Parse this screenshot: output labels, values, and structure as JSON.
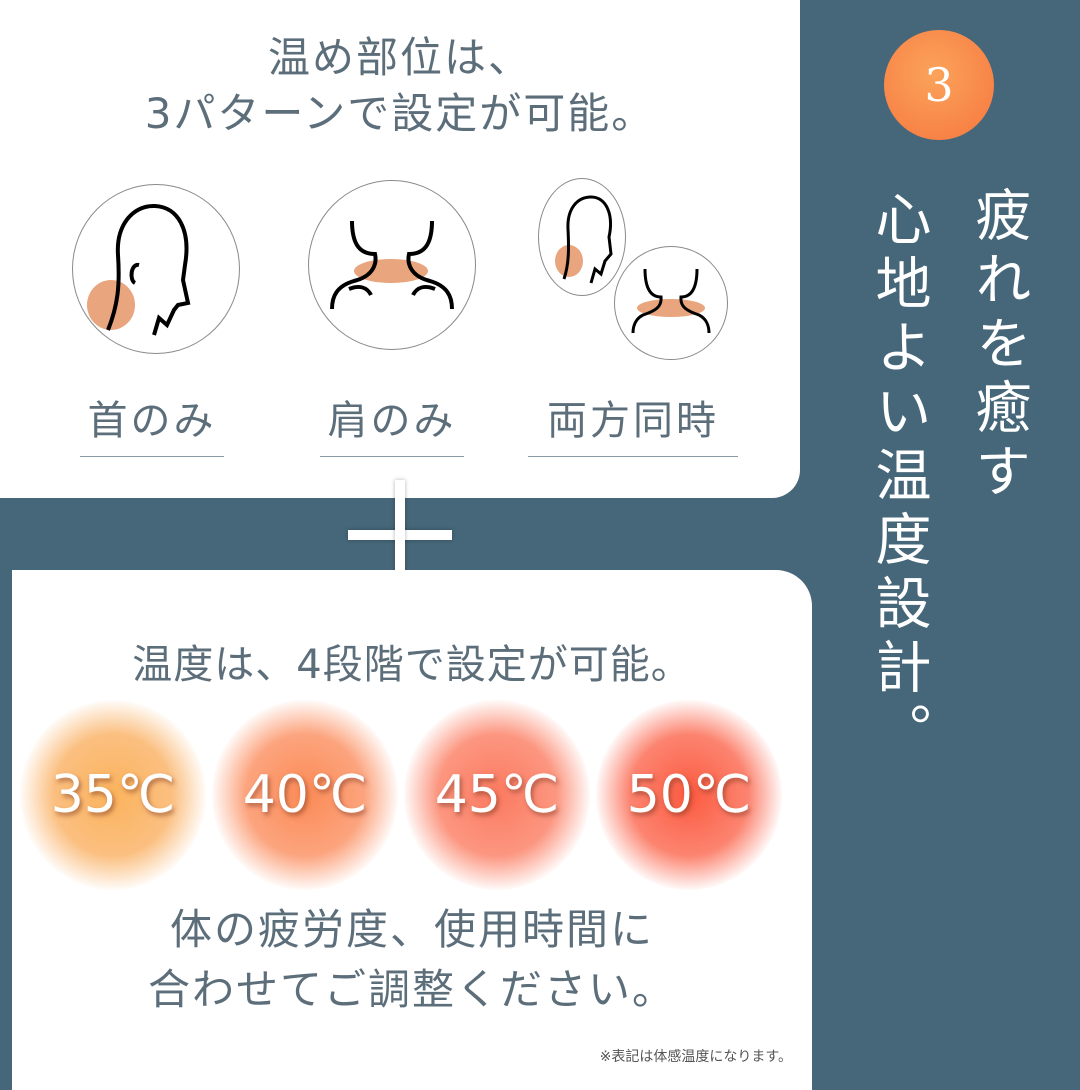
{
  "top": {
    "title_line1": "温め部位は、",
    "title_line2": "3パターンで設定が可能。",
    "options": [
      {
        "label": "首のみ",
        "icon": "neck-only-icon"
      },
      {
        "label": "肩のみ",
        "icon": "shoulders-only-icon"
      },
      {
        "label": "両方同時",
        "icon": "both-icon"
      }
    ]
  },
  "bottom": {
    "title": "温度は、4段階で設定が可能。",
    "temperatures": [
      {
        "label": "35℃",
        "color": "#fbb35c"
      },
      {
        "label": "40℃",
        "color": "#fb8a55"
      },
      {
        "label": "45℃",
        "color": "#fb7a60"
      },
      {
        "label": "50℃",
        "color": "#fc5a40"
      }
    ],
    "desc_line1": "体の疲労度、使用時間に",
    "desc_line2": "合わせてご調整ください。",
    "note": "※表記は体感温度になります。"
  },
  "side": {
    "badge": "3",
    "col1": "疲れを癒す",
    "col2": "心地よい温度設計。"
  },
  "colors": {
    "background": "#46677a",
    "heat": "#e8a57e",
    "accent": "#f6763f"
  }
}
